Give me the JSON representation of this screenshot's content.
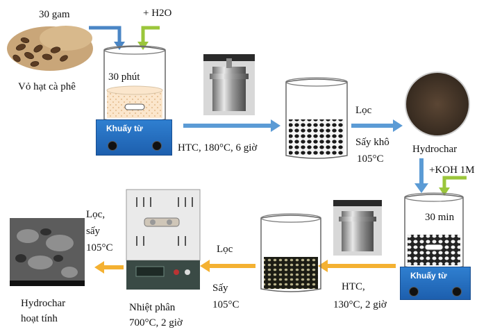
{
  "colors": {
    "arrow_blue": "#5b9bd5",
    "arrow_orange": "#f4b132",
    "arrow_green": "#9bc63b",
    "stirrer_blue": "#2a72c4"
  },
  "step1": {
    "mass": "30 gam",
    "water": "+ H2O",
    "material": "Vỏ hạt cà phê",
    "time": "30 phút",
    "stirrer": "Khuấy từ"
  },
  "step2": {
    "condition": "HTC, 180°C, 6 giờ"
  },
  "step3": {
    "filter": "Lọc",
    "dry": "Sấy khô",
    "temp": "105°C"
  },
  "step4": {
    "product": "Hydrochar",
    "reagent": "+KOH 1M"
  },
  "step5": {
    "time": "30 min",
    "stirrer": "Khuấy từ"
  },
  "step6": {
    "condition_line1": "HTC,",
    "condition_line2": "130°C, 2 giờ"
  },
  "step7": {
    "filter": "Lọc",
    "dry": "Sấy",
    "temp": "105°C"
  },
  "step8": {
    "process_line1": "Nhiệt phân",
    "process_line2": "700°C, 2 giờ"
  },
  "step9": {
    "line1": "Lọc,",
    "line2": "sấy",
    "temp": "105°C"
  },
  "step10": {
    "line1": "Hydrochar",
    "line2": "hoạt tính"
  }
}
